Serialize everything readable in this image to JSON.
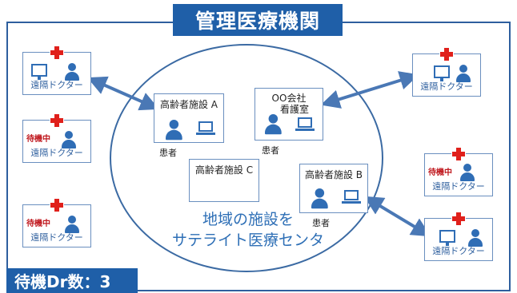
{
  "title": "管理医療機関",
  "counter": "待機Dr数：3",
  "center": {
    "line1": "地域の施設を",
    "line2": "サテライト医療センタ"
  },
  "remote_label": "遠隔ドクター",
  "waiting_label": "待機中",
  "facilities": {
    "a": {
      "label": "高齢者施設 A",
      "caption": "患者"
    },
    "company": {
      "label1": "OO会社",
      "label2": "看護室",
      "caption": "患者"
    },
    "c": {
      "label": "高齢者施設 C"
    },
    "b": {
      "label": "高齢者施設 B",
      "caption": "患者"
    }
  },
  "colors": {
    "primary": "#1f5fa8",
    "accent_red": "#e0201b",
    "icon_blue": "#2f6db5"
  }
}
